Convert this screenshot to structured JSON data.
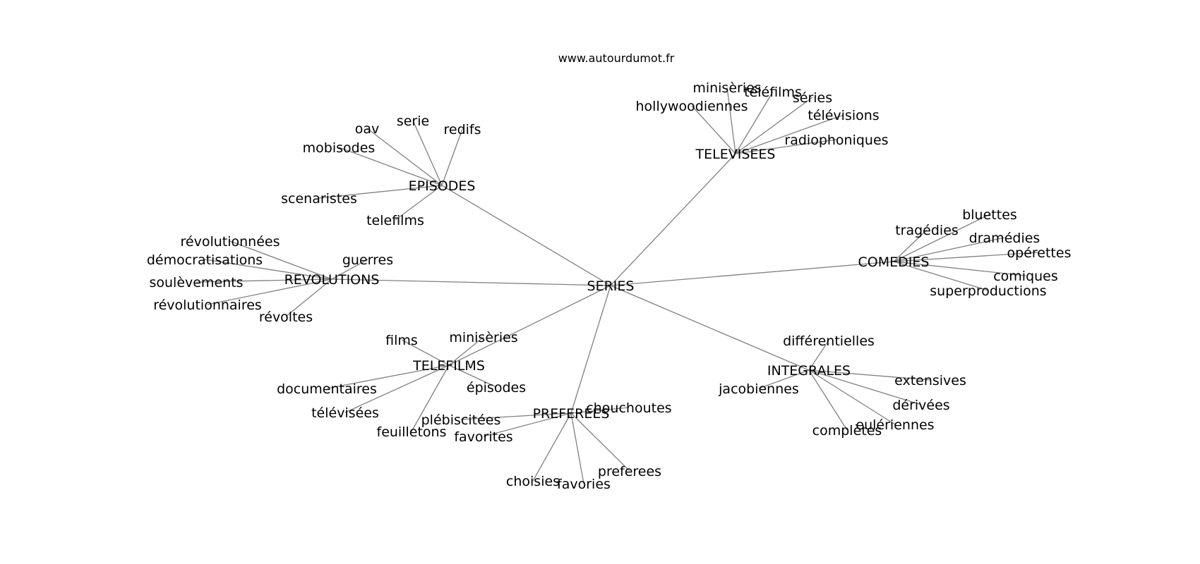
{
  "source_label": "www.autourdumot.fr",
  "root": "SERIES",
  "groups": [
    {
      "id": "episodes",
      "label": "EPISODES",
      "leaves": [
        "oav",
        "serie",
        "redifs",
        "mobisodes",
        "scenaristes",
        "telefilms"
      ]
    },
    {
      "id": "televisees",
      "label": "TELEVISEES",
      "leaves": [
        "minisèries",
        "téléfilms",
        "séries",
        "hollywoodiennes",
        "télévisions",
        "radiophoniques"
      ]
    },
    {
      "id": "comedies",
      "label": "COMEDIES",
      "leaves": [
        "bluettes",
        "tragédies",
        "dramédies",
        "opérettes",
        "comiques",
        "superproductions"
      ]
    },
    {
      "id": "revolutions",
      "label": "REVOLUTIONS",
      "leaves": [
        "révolutionnées",
        "démocratisations",
        "guerres",
        "soulèvements",
        "révolutionnaires",
        "révoltes"
      ]
    },
    {
      "id": "telefilms",
      "label": "TELEFILMS",
      "leaves": [
        "films",
        "minisèries",
        "documentaires",
        "épisodes",
        "télévisées",
        "feuilletons"
      ]
    },
    {
      "id": "preferees",
      "label": "PREFEREES",
      "leaves": [
        "chouchoutes",
        "plébiscitées",
        "favorites",
        "preferees",
        "choisies",
        "favories"
      ]
    },
    {
      "id": "integrales",
      "label": "INTEGRALES",
      "leaves": [
        "différentielles",
        "extensives",
        "jacobiennes",
        "dérivées",
        "eulériennes",
        "complètes"
      ]
    }
  ]
}
